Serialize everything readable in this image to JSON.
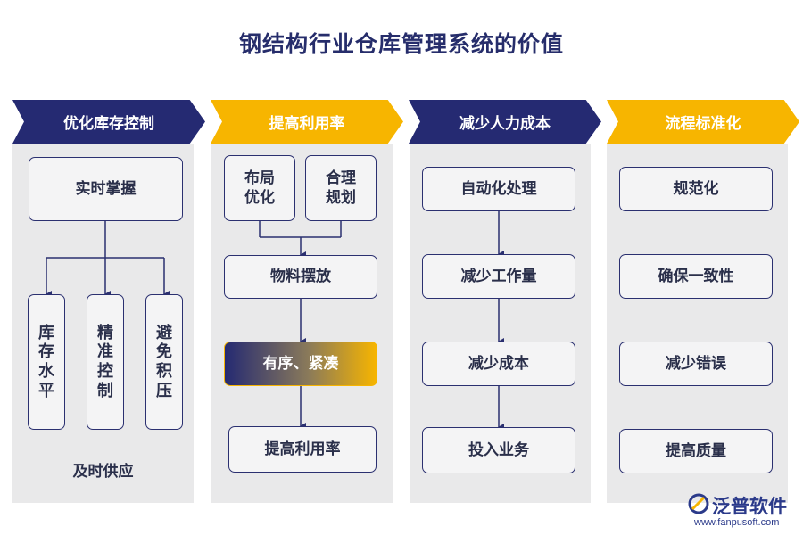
{
  "title": "钢结构行业仓库管理系统的价值",
  "columns": [
    {
      "header": "优化库存控制",
      "top_box": "实时掌握",
      "sub_boxes": [
        "库存水平",
        "精准控制",
        "避免积压"
      ],
      "footer": "及时供应"
    },
    {
      "header": "提高利用率",
      "top_pair": [
        "布局优化",
        "合理规划"
      ],
      "steps": [
        "物料摆放",
        "有序、紧凑",
        "提高利用率"
      ]
    },
    {
      "header": "减少人力成本",
      "steps": [
        "自动化处理",
        "减少工作量",
        "减少成本",
        "投入业务"
      ]
    },
    {
      "header": "流程标准化",
      "steps": [
        "规范化",
        "确保一致性",
        "减少错误",
        "提高质量"
      ]
    }
  ],
  "logo": {
    "name": "泛普软件",
    "url": "www.fanpusoft.com"
  },
  "colors": {
    "navy": "#252a72",
    "gold": "#f7b500",
    "panel": "#e9e9ea"
  }
}
